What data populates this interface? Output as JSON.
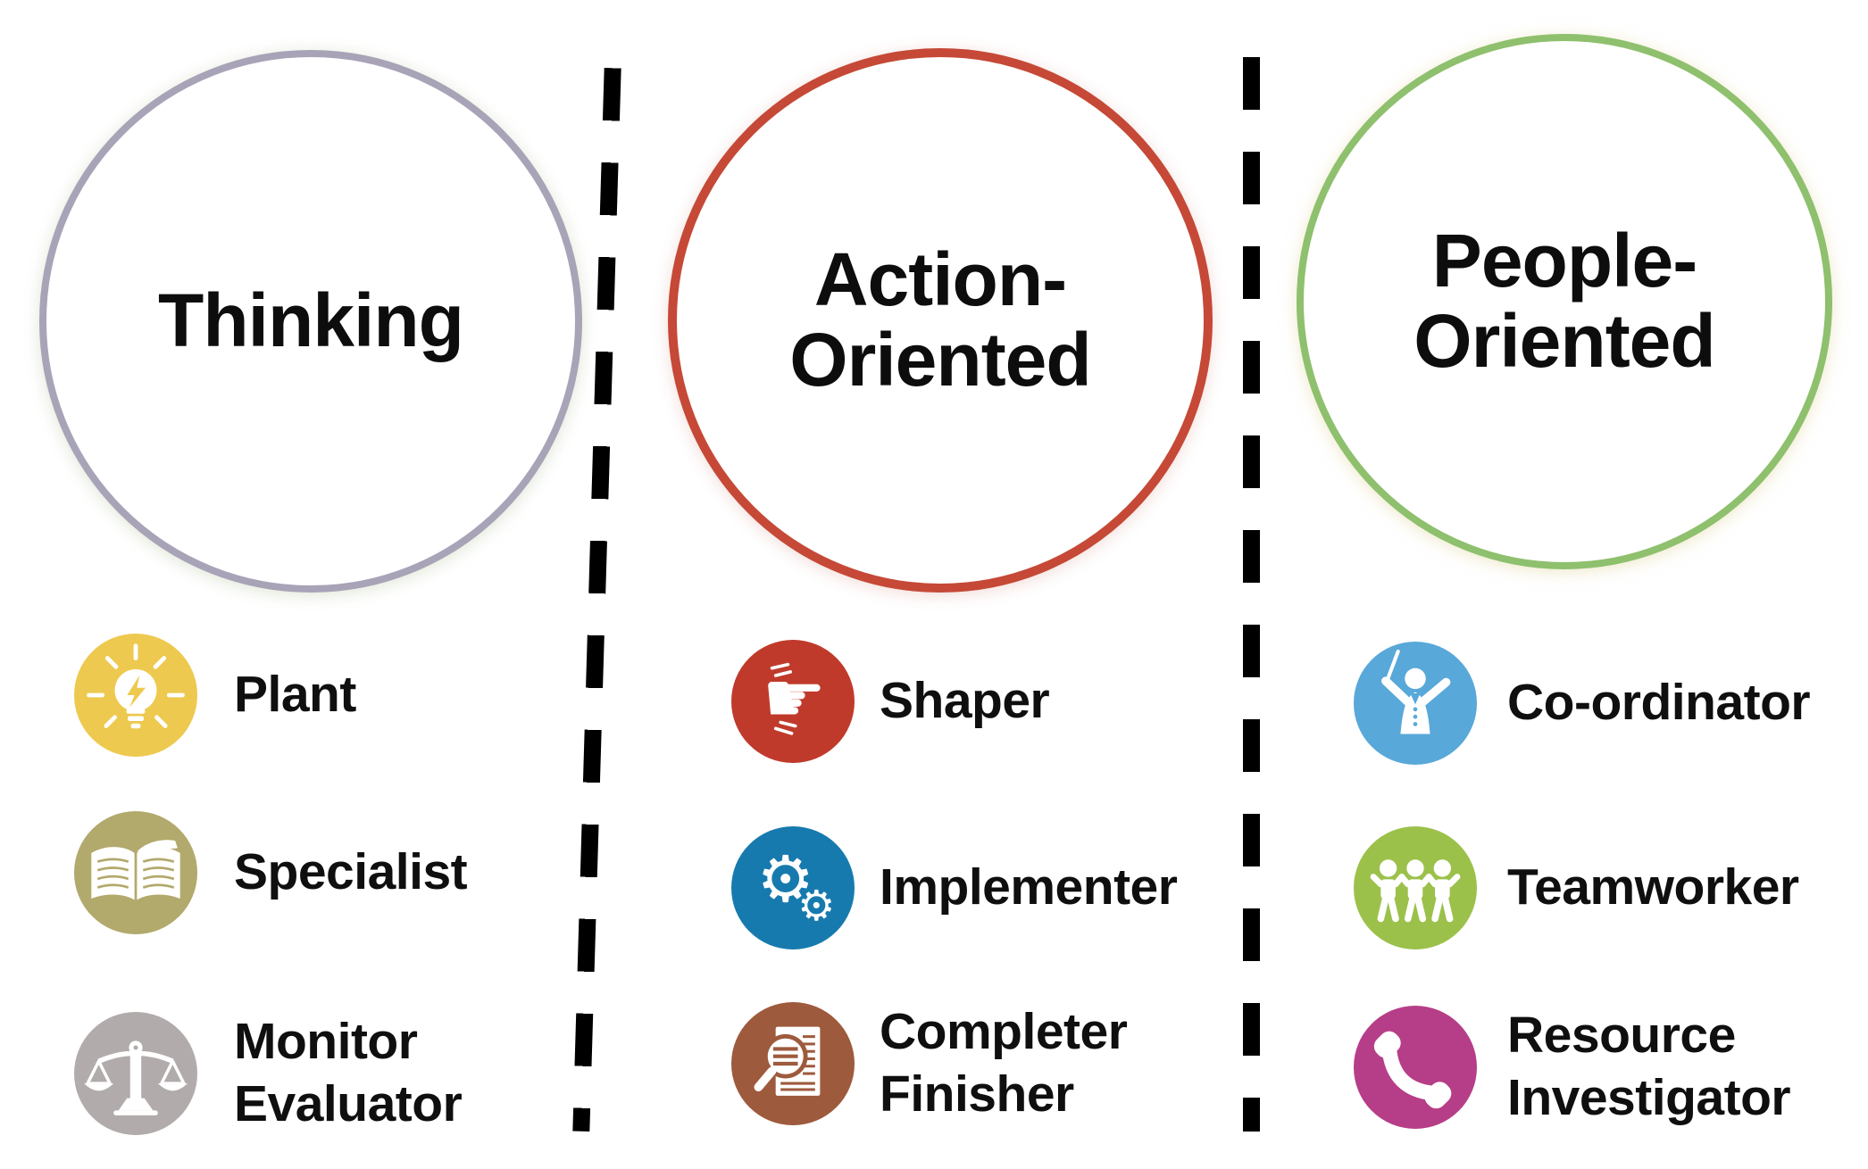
{
  "background_color": "#ffffff",
  "text_color": "#0d0d0d",
  "divider_color": "#000000",
  "categories": [
    {
      "title": "Thinking",
      "circle_border_color": "#a8a3b7",
      "roles": [
        {
          "name": "Plant",
          "icon": "lightbulb-icon",
          "color": "#eec94f"
        },
        {
          "name": "Specialist",
          "icon": "open-book-icon",
          "color": "#b2a96c"
        },
        {
          "name": "Monitor Evaluator",
          "icon": "scales-icon",
          "color": "#b2abab"
        }
      ]
    },
    {
      "title": "Action-Oriented",
      "circle_border_color": "#c54936",
      "roles": [
        {
          "name": "Shaper",
          "icon": "pointing-hand-icon",
          "color": "#c03a2b"
        },
        {
          "name": "Implementer",
          "icon": "gears-icon",
          "color": "#177aae"
        },
        {
          "name": "Completer Finisher",
          "icon": "document-magnifier-icon",
          "color": "#9e5a3d"
        }
      ]
    },
    {
      "title": "People-Oriented",
      "circle_border_color": "#8ec06d",
      "roles": [
        {
          "name": "Co-ordinator",
          "icon": "conductor-icon",
          "color": "#58a8d9"
        },
        {
          "name": "Teamworker",
          "icon": "people-holding-hands-icon",
          "color": "#9cc14b"
        },
        {
          "name": "Resource Investigator",
          "icon": "telephone-icon",
          "color": "#b63e88"
        }
      ]
    }
  ]
}
